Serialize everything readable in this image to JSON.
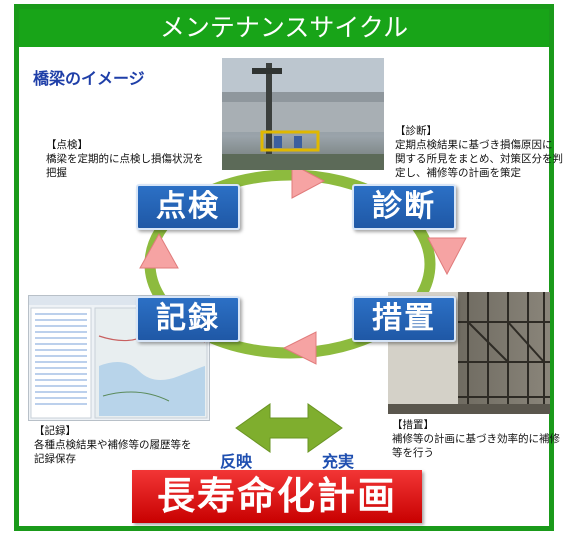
{
  "header": {
    "title": "メンテナンスサイクル"
  },
  "subtitle": "橋梁のイメージ",
  "notes": {
    "inspection": [
      "【点検】",
      "橋梁を定期的に点検し損傷状況を",
      "把握"
    ],
    "diagnosis": [
      "【診断】",
      "定期点検結果に基づき損傷原因に",
      "関する所見をまとめ、対策区分を判",
      "定し、補修等の計画を策定"
    ],
    "record": [
      "【記録】",
      "各種点検結果や補修等の履歴等を",
      "記録保存"
    ],
    "measure": [
      "【措置】",
      "補修等の計画に基づき効率的に補修",
      "等を行う"
    ]
  },
  "cycle": {
    "inspection": "点検",
    "diagnosis": "診断",
    "measure": "措置",
    "record": "記録"
  },
  "labels": {
    "reflect": "反映",
    "enhance": "充実"
  },
  "plan": "長寿命化計画",
  "colors": {
    "frame": "#1a9a1a",
    "header": "#18a418",
    "box": "#2068b8",
    "ring": "#8dbb3e",
    "arrow": "#f4a0a0",
    "plan": "#e01010",
    "double_arrow": "#7fae2e"
  }
}
